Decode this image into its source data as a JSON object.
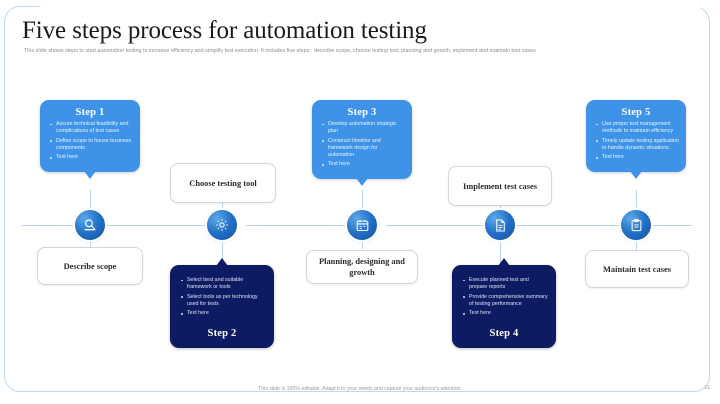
{
  "slide": {
    "title": "Five steps process for automation testing",
    "subtitle": "This slide shows steps to start automation testing to increase efficiency and simplify test execution. It includes five steps : describe scope, choose testing tool, planning and growth, implement and maintain test cases",
    "footer_note": "This slide is 100% editable. Adapt it to your needs and capture your audience's attention.",
    "page_number": "11"
  },
  "colors": {
    "frame_border": "#bcdcec",
    "light_callout": "#3e93e8",
    "dark_callout": "#0d1b63",
    "timeline": "#b9d2e6",
    "node_blue": "#2272c8"
  },
  "labels": [
    {
      "text": "Describe scope"
    },
    {
      "text": "Choose testing tool"
    },
    {
      "text": "Planning, designing and growth"
    },
    {
      "text": "Implement test cases"
    },
    {
      "text": "Maintain test cases"
    }
  ],
  "steps": [
    {
      "title": "Step 1",
      "variant": "light",
      "icon": "magnifier-scope-icon",
      "bullets": [
        "Assure technical feasibility and complications of test cases",
        "Define scope to house business components",
        "Text here"
      ]
    },
    {
      "title": "Step 2",
      "variant": "dark",
      "icon": "gear-settings-icon",
      "bullets": [
        "Select best and suitable framework or tools",
        "Select tools as per technology used for tests",
        "Text here"
      ]
    },
    {
      "title": "Step 3",
      "variant": "light",
      "icon": "calendar-plan-icon",
      "bullets": [
        "Develop automation strategic plan",
        "Construct timeline and framework design for automation",
        "Text here"
      ]
    },
    {
      "title": "Step 4",
      "variant": "dark",
      "icon": "document-report-icon",
      "bullets": [
        "Execute planned test and prepare reports",
        "Provide comprehensive summary of testing performance",
        "Text here"
      ]
    },
    {
      "title": "Step 5",
      "variant": "light",
      "icon": "clipboard-maintain-icon",
      "bullets": [
        "Use proper test management methods to maintain efficiency",
        "Timely update testing application to handle dynamic situations",
        "Text here"
      ]
    }
  ]
}
